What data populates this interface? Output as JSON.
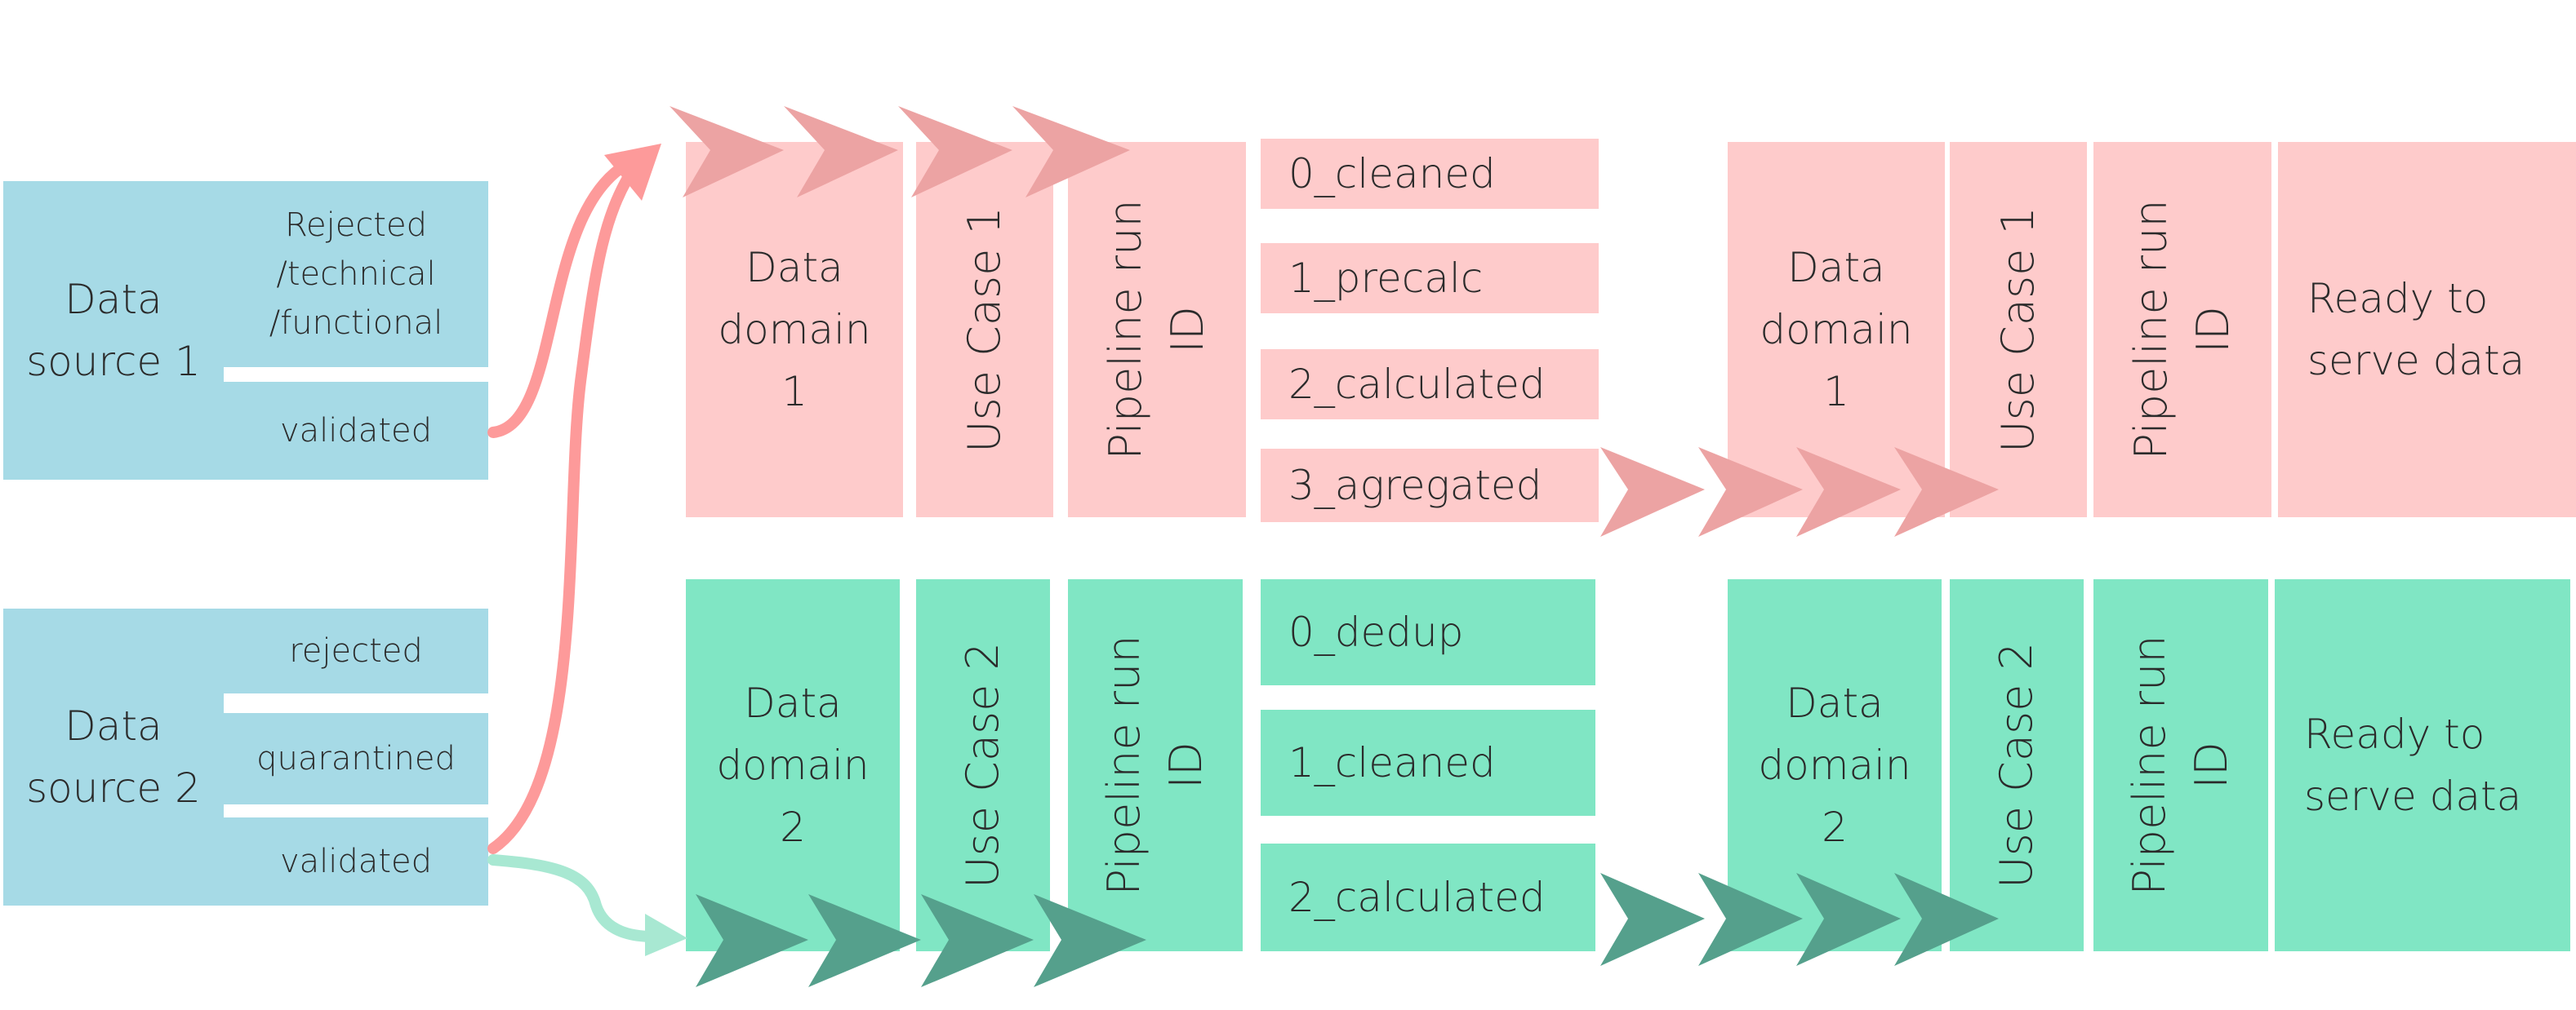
{
  "sources": [
    {
      "name": "Data\nsource 1",
      "zones": [
        "Rejected\n/technical\n/functional",
        "validated"
      ]
    },
    {
      "name": "Data\nsource 2",
      "zones": [
        "rejected",
        "quarantined",
        "validated"
      ]
    }
  ],
  "pipelines": [
    {
      "domain": "Data\ndomain\n1",
      "use_case": "Use Case 1",
      "run_id": "Pipeline run\nID",
      "steps": [
        "0_cleaned",
        "1_precalc",
        "2_calculated",
        "3_agregated"
      ],
      "serve": "Ready to\nserve data"
    },
    {
      "domain": "Data\ndomain\n2",
      "use_case": "Use Case 2",
      "run_id": "Pipeline run\nID",
      "steps": [
        "0_dedup",
        "1_cleaned",
        "2_calculated"
      ],
      "serve": "Ready to\nserve data"
    }
  ],
  "colors": {
    "source": "#a6dae6",
    "pipeline1": "#fecbcb",
    "pipeline2": "#80e6c4",
    "chevron1": "#eca3a3",
    "chevron2": "#55a08c",
    "flow1": "#fd9a9a",
    "flow2": "#a8e8d2"
  }
}
